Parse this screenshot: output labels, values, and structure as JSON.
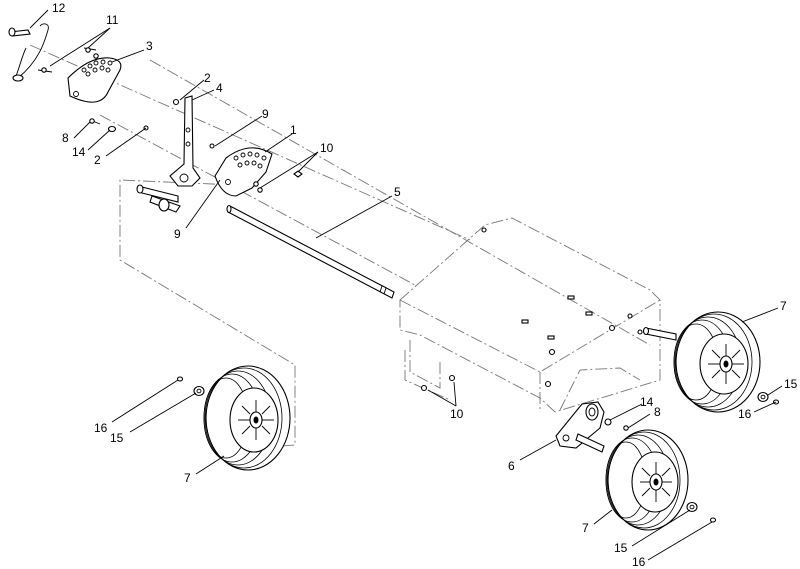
{
  "callouts": [
    {
      "id": "c12",
      "text": "12"
    },
    {
      "id": "c11",
      "text": "11"
    },
    {
      "id": "c3",
      "text": "3"
    },
    {
      "id": "c2a",
      "text": "2"
    },
    {
      "id": "c4",
      "text": "4"
    },
    {
      "id": "c9a",
      "text": "9"
    },
    {
      "id": "c1",
      "text": "1"
    },
    {
      "id": "c8a",
      "text": "8"
    },
    {
      "id": "c14a",
      "text": "14"
    },
    {
      "id": "c2b",
      "text": "2"
    },
    {
      "id": "c10a",
      "text": "10"
    },
    {
      "id": "c9b",
      "text": "9"
    },
    {
      "id": "c5",
      "text": "5"
    },
    {
      "id": "c7a",
      "text": "7"
    },
    {
      "id": "c15a",
      "text": "15"
    },
    {
      "id": "c16a",
      "text": "16"
    },
    {
      "id": "c16b",
      "text": "16"
    },
    {
      "id": "c15b",
      "text": "15"
    },
    {
      "id": "c7b",
      "text": "7"
    },
    {
      "id": "c10b",
      "text": "10"
    },
    {
      "id": "c14b",
      "text": "14"
    },
    {
      "id": "c8b",
      "text": "8"
    },
    {
      "id": "c6",
      "text": "6"
    },
    {
      "id": "c7c",
      "text": "7"
    },
    {
      "id": "c15c",
      "text": "15"
    },
    {
      "id": "c16c",
      "text": "16"
    }
  ]
}
